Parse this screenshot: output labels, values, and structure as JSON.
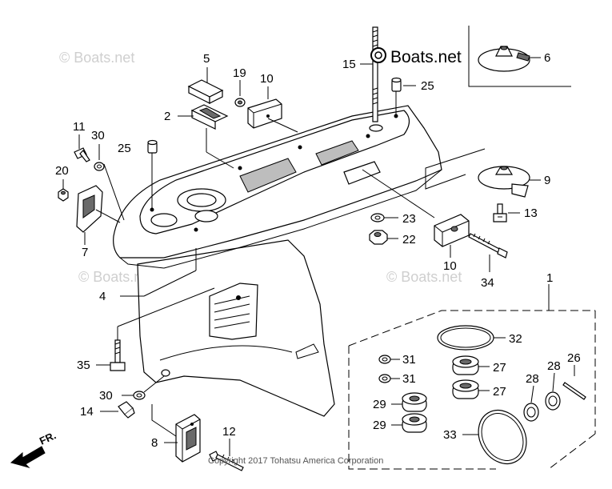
{
  "watermarks": [
    {
      "id": "wm-top-left",
      "text": "© Boats.net"
    },
    {
      "id": "wm-mid",
      "text": "© Boats.net"
    },
    {
      "id": "wm-right",
      "text": "© Boats.net"
    }
  ],
  "brand_mark": {
    "text": "Boats.net"
  },
  "copyright": "Copyright 2017 Tohatsu America Corporation",
  "front_indicator": "FR.",
  "part_labels": [
    {
      "id": "1",
      "text": "1"
    },
    {
      "id": "2",
      "text": "2"
    },
    {
      "id": "4",
      "text": "4"
    },
    {
      "id": "5",
      "text": "5"
    },
    {
      "id": "6",
      "text": "6"
    },
    {
      "id": "7",
      "text": "7"
    },
    {
      "id": "8",
      "text": "8"
    },
    {
      "id": "9",
      "text": "9"
    },
    {
      "id": "10a",
      "text": "10"
    },
    {
      "id": "10b",
      "text": "10"
    },
    {
      "id": "11",
      "text": "11"
    },
    {
      "id": "12",
      "text": "12"
    },
    {
      "id": "13",
      "text": "13"
    },
    {
      "id": "14",
      "text": "14"
    },
    {
      "id": "15",
      "text": "15"
    },
    {
      "id": "19",
      "text": "19"
    },
    {
      "id": "20",
      "text": "20"
    },
    {
      "id": "22",
      "text": "22"
    },
    {
      "id": "23",
      "text": "23"
    },
    {
      "id": "25a",
      "text": "25"
    },
    {
      "id": "25b",
      "text": "25"
    },
    {
      "id": "26",
      "text": "26"
    },
    {
      "id": "27a",
      "text": "27"
    },
    {
      "id": "27b",
      "text": "27"
    },
    {
      "id": "28a",
      "text": "28"
    },
    {
      "id": "28b",
      "text": "28"
    },
    {
      "id": "29a",
      "text": "29"
    },
    {
      "id": "29b",
      "text": "29"
    },
    {
      "id": "30a",
      "text": "30"
    },
    {
      "id": "30b",
      "text": "30"
    },
    {
      "id": "31a",
      "text": "31"
    },
    {
      "id": "31b",
      "text": "31"
    },
    {
      "id": "32",
      "text": "32"
    },
    {
      "id": "33",
      "text": "33"
    },
    {
      "id": "34",
      "text": "34"
    },
    {
      "id": "35",
      "text": "35"
    }
  ]
}
